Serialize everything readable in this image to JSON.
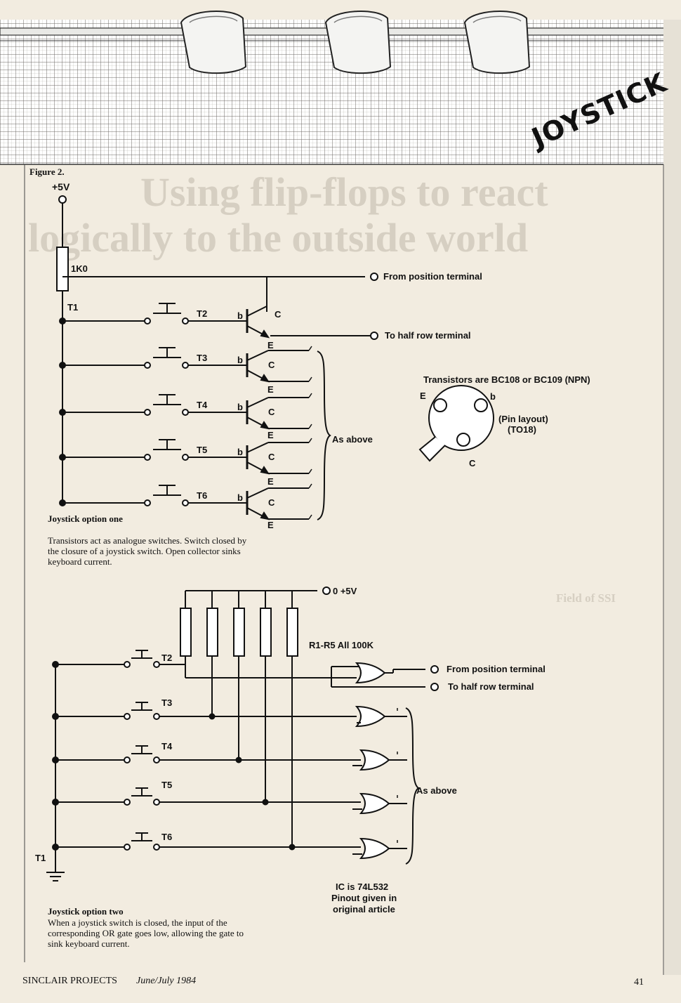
{
  "header": {
    "section_tag": "JOYSTICK"
  },
  "figure": {
    "label": "Figure 2.",
    "option_one": {
      "supply": "+5V",
      "resistor": "1K0",
      "ground_label": "T1",
      "switches": [
        "T2",
        "T3",
        "T4",
        "T5",
        "T6"
      ],
      "transistor_pins": {
        "base": "b",
        "collector": "C",
        "emitter": "E"
      },
      "outputs": {
        "position": "From position terminal",
        "half_row": "To half row terminal"
      },
      "as_above": "As above",
      "transistor_note": "Transistors are BC108 or BC109 (NPN)",
      "pinout": {
        "e": "E",
        "b": "b",
        "c": "C",
        "line1": "(Pin layout)",
        "line2": "(TO18)"
      },
      "caption_title": "Joystick option one",
      "caption_text": "Transistors act as analogue switches. Switch closed by the closure of a joystick switch. Open collector sinks keyboard current."
    },
    "option_two": {
      "supply": "0 +5V",
      "resistors": "R1-R5 All 100K",
      "ground_label": "T1",
      "switches": [
        "T2",
        "T3",
        "T4",
        "T5",
        "T6"
      ],
      "outputs": {
        "position": "From position terminal",
        "half_row": "To half row terminal"
      },
      "as_above": "As above",
      "ic_note": [
        "IC is 74L532",
        "Pinout given in",
        "original article"
      ],
      "caption_title": "Joystick option two",
      "caption_text": "When a joystick switch is closed, the input of the corresponding OR gate goes low, allowing the gate to sink keyboard current."
    }
  },
  "background_article": {
    "headline_1": "Using flip-flops to react",
    "headline_2": "logically to the outside world",
    "subhead": "Field of SSI"
  },
  "footer": {
    "publication": "SINCLAIR PROJECTS",
    "issue": "June/July 1984",
    "page_number": "41"
  }
}
